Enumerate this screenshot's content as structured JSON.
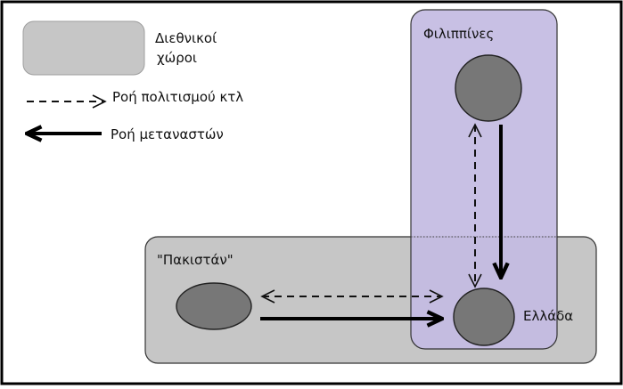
{
  "legend": {
    "zone_label_line1": "Διεθνικοί",
    "zone_label_line2": "χώροι",
    "culture_flow_label": "Ροή πολιτισμού κτλ",
    "migrant_flow_label": "Ροή μεταναστών"
  },
  "regions": {
    "philippines": "Φιλιππίνες",
    "pakistan": "\"Πακιστάν\"",
    "greece": "Ελλάδα"
  },
  "colors": {
    "zone_gray": "#c6c6c6",
    "zone_purple": "#c3bbe2",
    "node_gray": "#777777",
    "stroke": "#222222",
    "frame": "#000000"
  }
}
